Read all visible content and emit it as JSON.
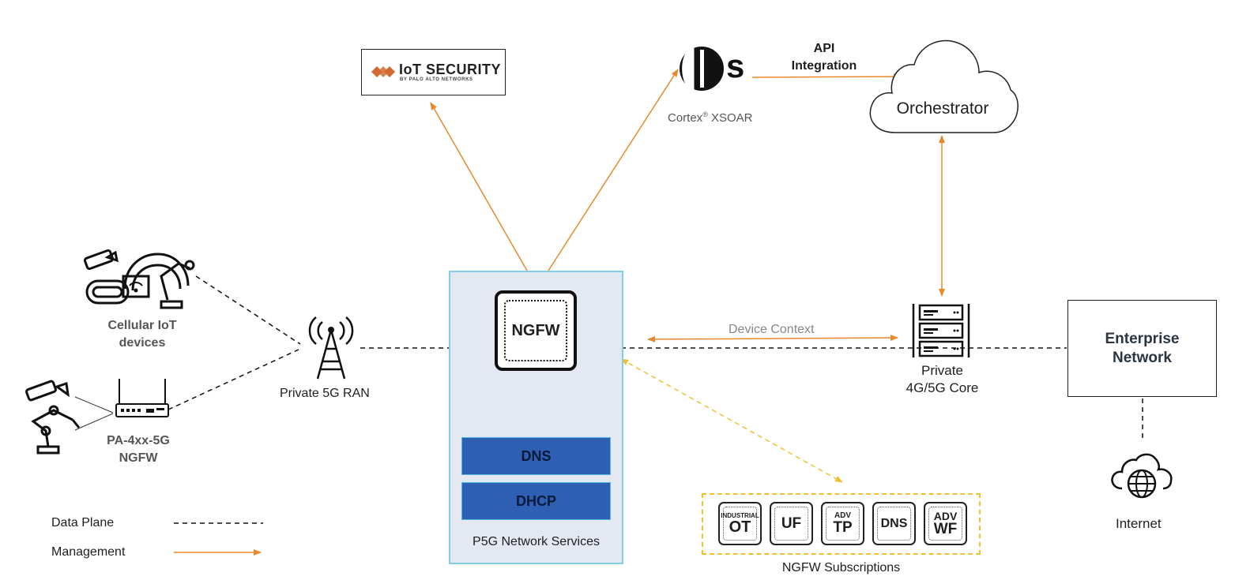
{
  "colors": {
    "management": "#e8892d",
    "data_plane": "#111111",
    "subscription_link": "#f0c030",
    "services_fill": "#e3e8f3",
    "services_border": "#7fd0e6",
    "service_button": "#2f5fb3"
  },
  "iot_security": {
    "brand": "IoT SECURITY",
    "byline": "BY PALO ALTO NETWORKS",
    "icon": "palo-alto-logo-icon"
  },
  "cortex": {
    "logo_letter": "s",
    "label_prefix": "Cortex",
    "label_mark": "®",
    "label_suffix": " XSOAR",
    "icon": "cortex-logo-icon"
  },
  "api_integration": {
    "line1": "API",
    "line2": "Integration"
  },
  "orchestrator": {
    "label": "Orchestrator",
    "icon": "cloud-icon"
  },
  "cellular_iot": {
    "line1": "Cellular IoT",
    "line2": "devices",
    "icon": "industrial-iot-icon"
  },
  "pa_ngfw": {
    "line1": "PA-4xx-5G",
    "line2": "NGFW",
    "icon": "firewall-appliance-icon"
  },
  "ran": {
    "label": "Private 5G RAN",
    "icon": "cell-tower-icon"
  },
  "ngfw": {
    "label": "NGFW"
  },
  "device_context": {
    "label": "Device Context"
  },
  "core": {
    "line1": "Private",
    "line2": "4G/5G Core",
    "icon": "server-rack-icon"
  },
  "enterprise": {
    "line1": "Enterprise",
    "line2": "Network"
  },
  "internet": {
    "label": "Internet",
    "icon": "cloud-globe-icon"
  },
  "services": {
    "label": "P5G Network Services",
    "dns": "DNS",
    "dhcp": "DHCP"
  },
  "subscriptions": {
    "label": "NGFW Subscriptions",
    "items": [
      {
        "top": "INDUSTRIAL",
        "main": "OT"
      },
      {
        "top": "",
        "main": "UF"
      },
      {
        "top": "ADV",
        "main": "TP"
      },
      {
        "top": "",
        "main": "DNS"
      },
      {
        "top": "ADV",
        "main": "WF"
      }
    ]
  },
  "legend": {
    "data_plane": "Data Plane",
    "management": "Management"
  }
}
